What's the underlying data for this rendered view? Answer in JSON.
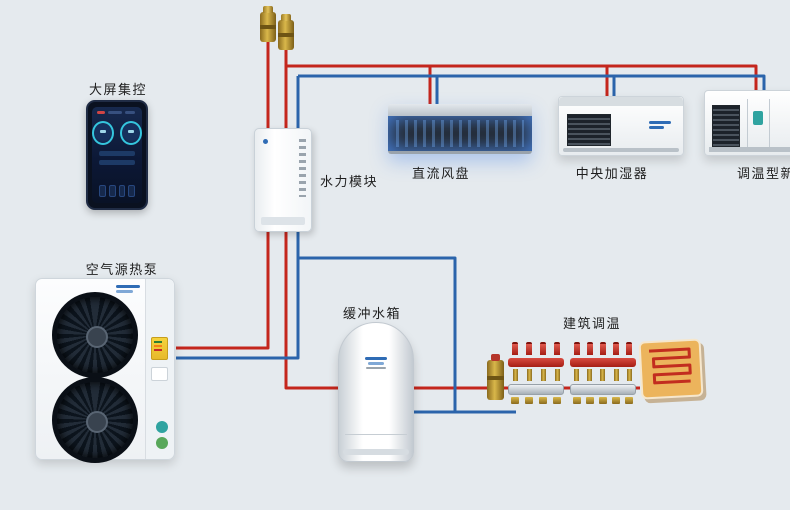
{
  "labels": {
    "controller": "大屏集控",
    "heat_pump": "空气源热泵",
    "hydraulic_module": "水力模块",
    "fan_coil": "直流风盘",
    "humidifier": "中央加湿器",
    "fresh_air": "调温型新风",
    "buffer_tank": "缓冲水箱",
    "building": "建筑调温"
  },
  "colors": {
    "pipe_red": "#c4261d",
    "pipe_blue": "#2b64ab",
    "background": "#e5eaee",
    "brass": "#d9b74a"
  }
}
